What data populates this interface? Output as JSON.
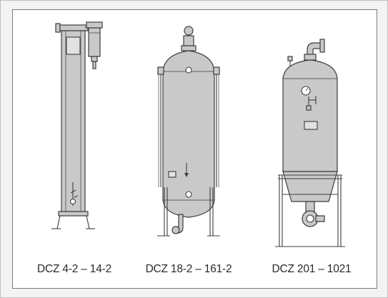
{
  "figure": {
    "models": [
      {
        "id": "small",
        "caption": "DCZ 4-2 – 14-2"
      },
      {
        "id": "medium",
        "caption": "DCZ 18-2 – 161-2"
      },
      {
        "id": "large",
        "caption": "DCZ 201 – 1021"
      }
    ],
    "colors": {
      "body_fill": "#c9c9c9",
      "line": "#3d3d3d",
      "light_fill": "#e2e2e2",
      "frame_border": "#7a7a7a",
      "panel_bg": "#f3f3f3"
    }
  }
}
